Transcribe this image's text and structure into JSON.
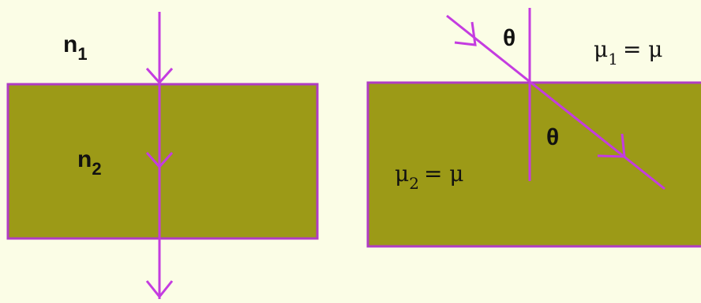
{
  "colors": {
    "background": "#fbfde6",
    "slab_fill": "#9c9a17",
    "ray": "#c43ce0",
    "border": "#b03cc4"
  },
  "left_panel": {
    "medium_top": {
      "symbol": "n",
      "subscript": "1"
    },
    "medium_slab": {
      "symbol": "n",
      "subscript": "2"
    }
  },
  "right_panel": {
    "angle_incident": "θ",
    "angle_refracted": "θ",
    "medium_top": {
      "symbol": "μ",
      "subscript": "1",
      "rhs": "= μ"
    },
    "medium_slab": {
      "symbol": "μ",
      "subscript": "2",
      "rhs": "= μ"
    }
  }
}
